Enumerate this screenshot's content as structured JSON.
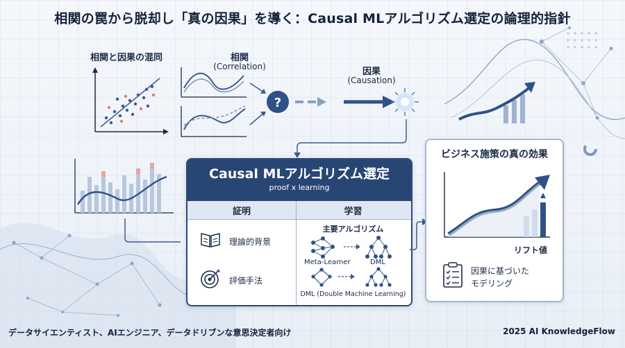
{
  "title": "相関の罠から脱却し「真の因果」を導く：Causal MLアルゴリズム選定の論理的指針",
  "confusion_label": "相関と因果の混同",
  "correlation_label": "相関",
  "correlation_en": "(Correlation)",
  "question_mark": "?",
  "causation_label": "因果",
  "causation_en": "(Causation)",
  "center": {
    "title": "Causal MLアルゴリズム選定",
    "subtitle": "proof x learning",
    "tab_proof": "証明",
    "tab_learning": "学習",
    "theory": "理論的背景",
    "evaluation": "評価手法",
    "main_algorithms": "主要アルゴリズム",
    "meta_learner": "Meta-Learner",
    "dml": "DML",
    "dml_full": "DML (Double Machine Learning)"
  },
  "right": {
    "title": "ビジネス施策の真の効果",
    "lift": "リフト値",
    "modeling_line1": "因果に基づいた",
    "modeling_line2": "モデリング"
  },
  "footer_left": "データサイエンティスト、AIエンジニア、データドリブンな意思決定者向け",
  "footer_right": "2025 AI KnowledgeFlow",
  "colors": {
    "navy": "#284673",
    "accent": "#3a6fb5",
    "light": "#dfe7f3"
  }
}
